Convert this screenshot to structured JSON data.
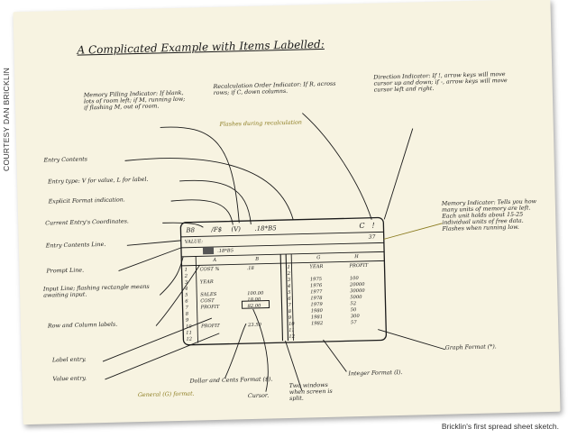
{
  "credit": "COURTESY DAN BRICKLIN",
  "caption": "Bricklin's first spread sheet sketch.",
  "sketch": {
    "title": "A Complicated Example with Items Labelled:",
    "memory_filling": "Memory Filling Indicator: If blank, lots of room left; if M, running low; if flashing M, out of room.",
    "recalc": "Recalculation Order Indicator: If R, across rows; if C, down columns.",
    "recalc_note": "Flashes during recalculation",
    "direction": "Direction Indicator: If !, arrow keys will move cursor up and down; if -, arrow keys will move cursor left and right.",
    "memory_indicator": "Memory Indicator: Tells you how many units of memory are left. Each unit holds about 15-25 individual units of free data. Flashes when running low.",
    "labels_left": [
      "Entry Contents",
      "Entry type: V for value, L for label.",
      "Explicit Format indication.",
      "Current Entry's Coordinates.",
      "Entry Contents Line.",
      "Prompt Line.",
      "Input Line; flashing rectangle means awaiting input.",
      "Row and Column labels.",
      "Label entry.",
      "Value entry."
    ],
    "labels_bottom": [
      "Dollar and Cents Format ($).",
      "General (G) format.",
      "Cursor.",
      "Two windows when screen is split.",
      "Integer Format (I).",
      "Graph Format (*)."
    ],
    "screen": {
      "status": [
        "B8",
        "/F$",
        "(V)",
        ".18*B5"
      ],
      "indicators": [
        "C",
        "!"
      ],
      "memory": "37",
      "prompt": "VALUE:",
      "input": ".18*B5",
      "col_left": [
        "A",
        "B"
      ],
      "col_right": [
        "G",
        "H"
      ],
      "rows": [
        "1",
        "2",
        "3",
        "4",
        "5",
        "6",
        "7",
        "8",
        "9",
        "10",
        "11",
        "12"
      ],
      "left_cells": [
        "COST %",
        "YEAR",
        "SALES",
        "COST",
        "PROFIT",
        "",
        "PROFIT"
      ],
      "left_values": [
        ".18",
        "",
        "100.00",
        "18.00",
        "82.00",
        "",
        "23.50"
      ],
      "right_year": [
        "YEAR",
        "1975",
        "1976",
        "1977",
        "1978",
        "1979",
        "1980",
        "1981",
        "1982"
      ],
      "right_profit": [
        "PROFIT",
        "100",
        "20000",
        "30000",
        "5000",
        "52",
        "50",
        "300",
        "57"
      ]
    }
  }
}
